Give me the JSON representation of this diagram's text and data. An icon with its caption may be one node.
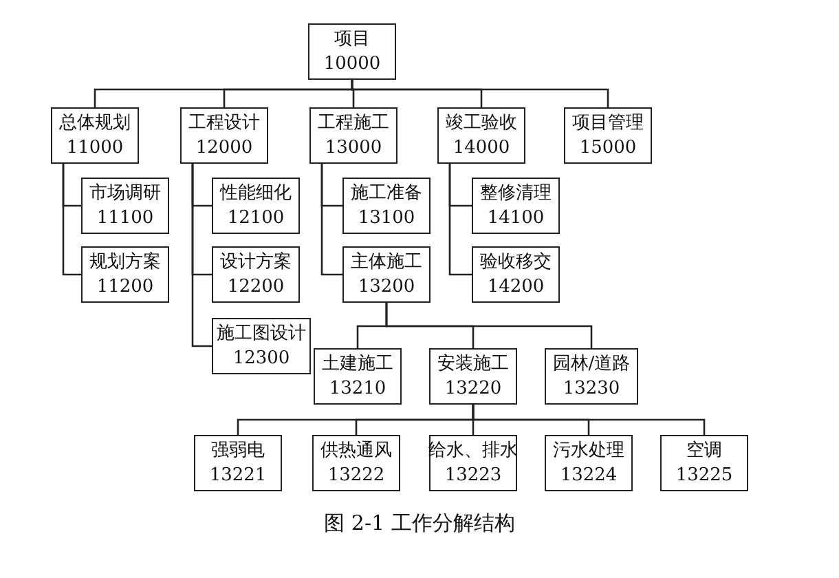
{
  "diagram": {
    "caption": "图 2-1 工作分解结构",
    "nodes": [
      {
        "text": [
          "项目",
          "10000"
        ]
      },
      {
        "text": [
          "总体规划",
          "11000"
        ]
      },
      {
        "text": [
          "工程设计",
          "12000"
        ]
      },
      {
        "text": [
          "工程施工",
          "13000"
        ]
      },
      {
        "text": [
          "竣工验收",
          "14000"
        ]
      },
      {
        "text": [
          "项目管理",
          "15000"
        ]
      },
      {
        "text": [
          "市场调研",
          "11100"
        ]
      },
      {
        "text": [
          "规划方案",
          "11200"
        ]
      },
      {
        "text": [
          "性能细化",
          "12100"
        ]
      },
      {
        "text": [
          "设计方案",
          "12200"
        ]
      },
      {
        "text": [
          "施工图设计",
          "12300"
        ]
      },
      {
        "text": [
          "施工准备",
          "13100"
        ]
      },
      {
        "text": [
          "主体施工",
          "13200"
        ]
      },
      {
        "text": [
          "整修清理",
          "14100"
        ]
      },
      {
        "text": [
          "验收移交",
          "14200"
        ]
      },
      {
        "text": [
          "土建施工",
          "13210"
        ]
      },
      {
        "text": [
          "安装施工",
          "13220"
        ]
      },
      {
        "text": [
          "园林/道路",
          "13230"
        ]
      },
      {
        "text": [
          "强弱电",
          "13221"
        ]
      },
      {
        "text": [
          "供热通风",
          "13222"
        ]
      },
      {
        "text": [
          "给水、排水",
          "13223"
        ]
      },
      {
        "text": [
          "污水处理",
          "13224"
        ]
      },
      {
        "text": [
          "空调",
          "13225"
        ]
      }
    ],
    "edges": [
      {
        "from": 0,
        "to": 1,
        "arrow": "none"
      },
      {
        "from": 0,
        "to": 2,
        "arrow": "none"
      },
      {
        "from": 0,
        "to": 3,
        "arrow": "none"
      },
      {
        "from": 0,
        "to": 4,
        "arrow": "none"
      },
      {
        "from": 0,
        "to": 5,
        "arrow": "none"
      },
      {
        "from": 1,
        "to": 6,
        "arrow": "none"
      },
      {
        "from": 1,
        "to": 7,
        "arrow": "none"
      },
      {
        "from": 2,
        "to": 8,
        "arrow": "none"
      },
      {
        "from": 2,
        "to": 9,
        "arrow": "none"
      },
      {
        "from": 2,
        "to": 10,
        "arrow": "none"
      },
      {
        "from": 3,
        "to": 11,
        "arrow": "none"
      },
      {
        "from": 3,
        "to": 12,
        "arrow": "none"
      },
      {
        "from": 4,
        "to": 13,
        "arrow": "none"
      },
      {
        "from": 4,
        "to": 14,
        "arrow": "none"
      },
      {
        "from": 12,
        "to": 15,
        "arrow": "none"
      },
      {
        "from": 12,
        "to": 16,
        "arrow": "none"
      },
      {
        "from": 12,
        "to": 17,
        "arrow": "none"
      },
      {
        "from": 16,
        "to": 18,
        "arrow": "none"
      },
      {
        "from": 16,
        "to": 19,
        "arrow": "none"
      },
      {
        "from": 16,
        "to": 20,
        "arrow": "none"
      },
      {
        "from": 16,
        "to": 21,
        "arrow": "none"
      },
      {
        "from": 16,
        "to": 22,
        "arrow": "none"
      }
    ]
  }
}
